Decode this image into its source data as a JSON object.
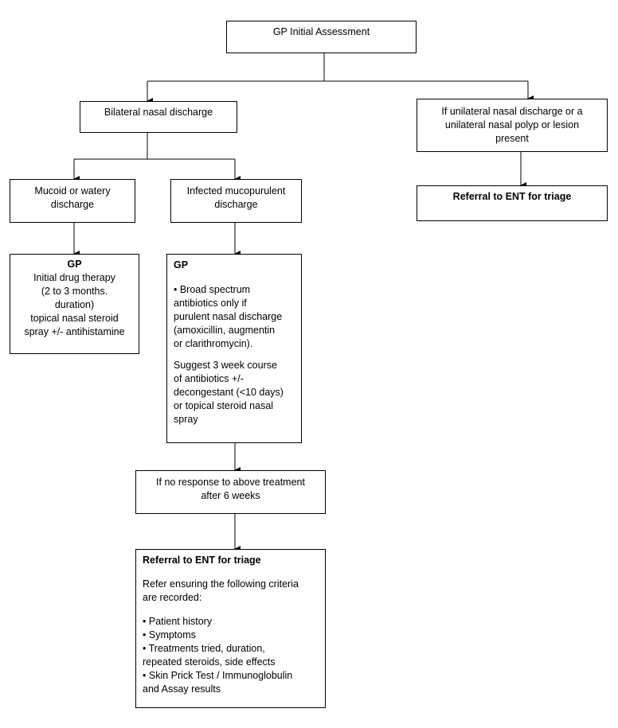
{
  "nodes": {
    "gp_initial": {
      "text": "GP Initial Assessment"
    },
    "bilateral": {
      "text": "Bilateral nasal discharge"
    },
    "unilateral": {
      "lines": [
        "If unilateral nasal discharge or a",
        "unilateral nasal polyp or lesion",
        "present"
      ]
    },
    "referral_right": {
      "text": "Referral to ENT for triage"
    },
    "mucoid": {
      "lines": [
        "Mucoid or watery",
        "discharge"
      ]
    },
    "infected": {
      "lines": [
        "Infected mucopurulent",
        "discharge"
      ]
    },
    "gp_drug": {
      "title": "GP",
      "lines": [
        "Initial drug therapy",
        "(2 to 3 months.",
        "duration)",
        "topical nasal steroid",
        "spray +/- antihistamine"
      ]
    },
    "gp_antibiotics": {
      "title": "GP",
      "para1_lines": [
        "• Broad spectrum",
        "antibiotics only if",
        "purulent nasal discharge",
        "(amoxicillin, augmentin",
        "or clarithromycin)."
      ],
      "para2_lines": [
        "Suggest 3 week course",
        "of antibiotics +/-",
        "decongestant (<10 days)",
        "or topical steroid nasal",
        "spray"
      ]
    },
    "no_response": {
      "lines": [
        "If no response to above treatment",
        "after 6 weeks"
      ]
    },
    "referral_bottom": {
      "title": "Referral to ENT for triage",
      "intro_lines": [
        "Refer ensuring the following criteria",
        "are recorded:"
      ],
      "bullets": [
        "Patient history",
        "Symptoms",
        "Treatments tried, duration,",
        "repeated steroids, side effects",
        "Skin Prick Test / Immunoglobulin",
        "and Assay results"
      ]
    }
  }
}
